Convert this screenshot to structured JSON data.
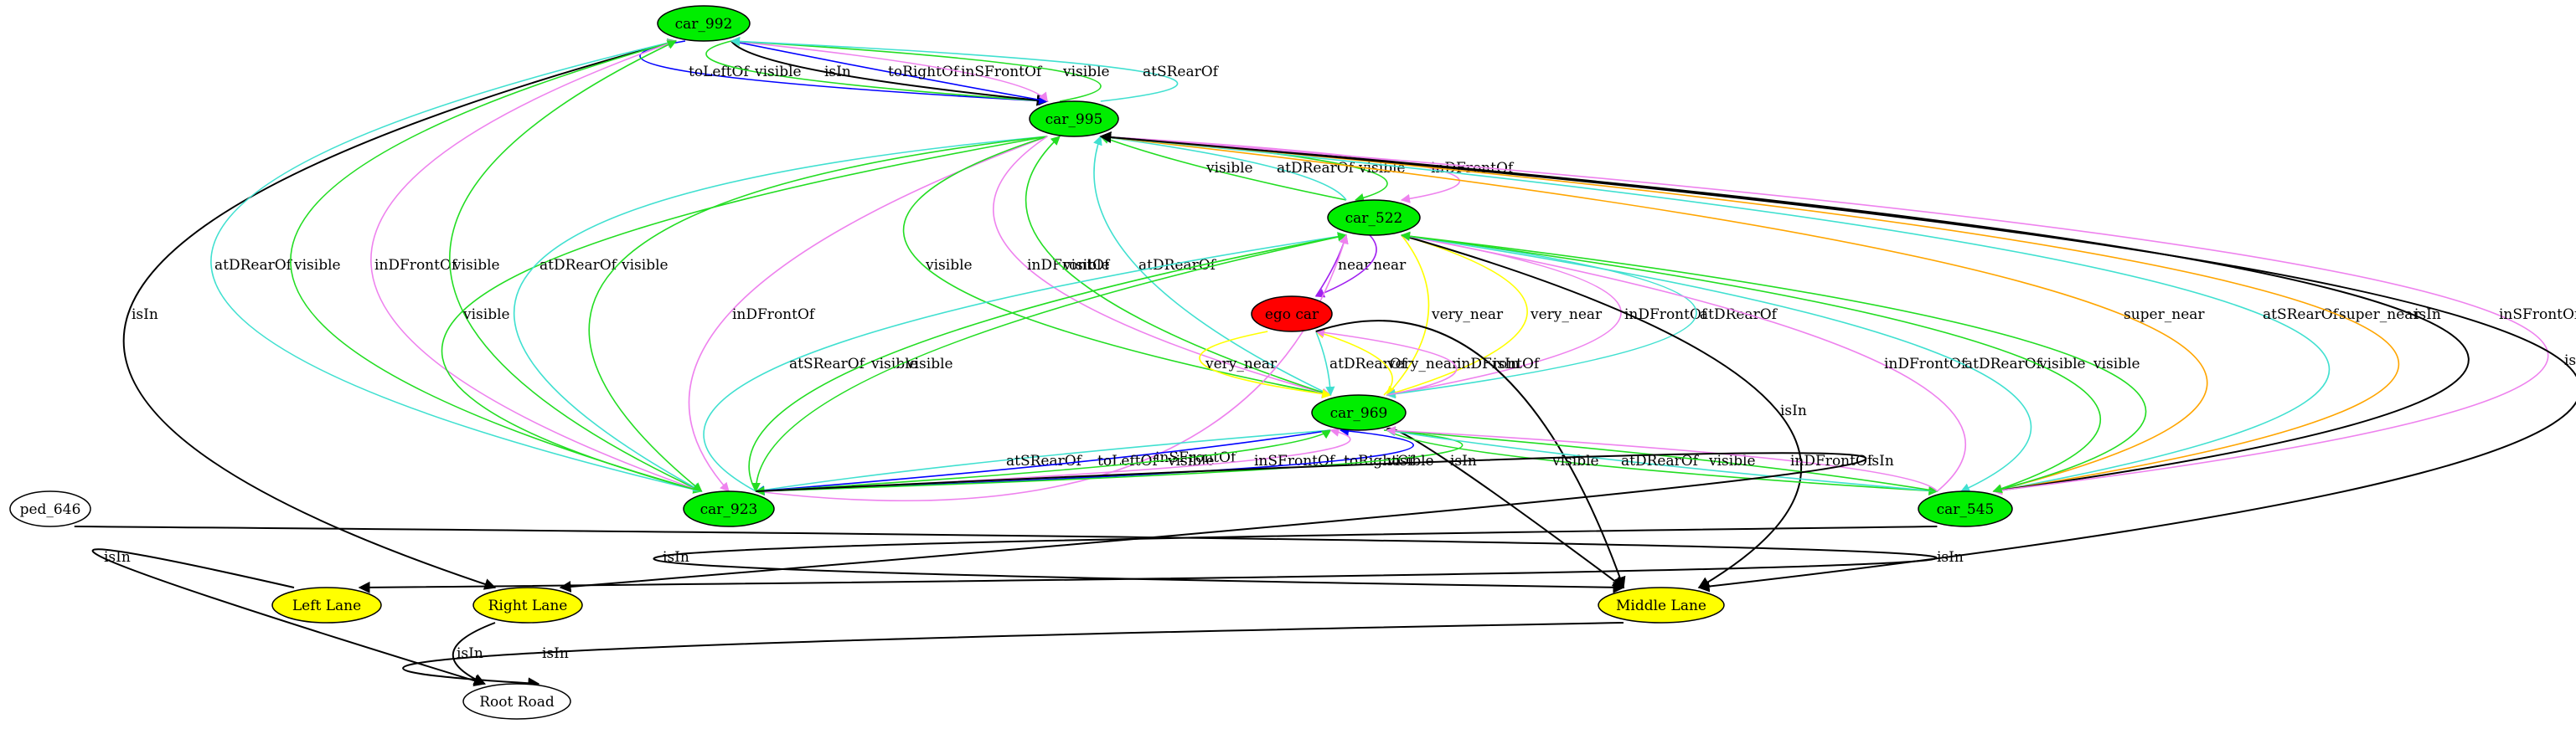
{
  "colors": {
    "vehicle_fill": "#00ee00",
    "ego_fill": "#ff0000",
    "lane_fill": "#ffff00",
    "other_fill": "#ffffff",
    "isIn": "#000000",
    "visible": "#22dd22",
    "atDRearOf": "#40e0d0",
    "atSRearOf": "#40e0d0",
    "inDFrontOf": "#ee82ee",
    "inSFrontOf": "#ee82ee",
    "toLeftOf": "#0000ff",
    "toRightOf": "#0000ff",
    "near": "#a020f0",
    "very_near": "#ffff00",
    "super_near": "#ffa500"
  },
  "nodes": {
    "car_992": {
      "label": "car_992",
      "kind": "vehicle"
    },
    "car_995": {
      "label": "car_995",
      "kind": "vehicle"
    },
    "car_522": {
      "label": "car_522",
      "kind": "vehicle"
    },
    "ego_car": {
      "label": "ego car",
      "kind": "ego"
    },
    "car_969": {
      "label": "car_969",
      "kind": "vehicle"
    },
    "car_923": {
      "label": "car_923",
      "kind": "vehicle"
    },
    "car_545": {
      "label": "car_545",
      "kind": "vehicle"
    },
    "ped_646": {
      "label": "ped_646",
      "kind": "other"
    },
    "left_lane": {
      "label": "Left Lane",
      "kind": "lane"
    },
    "right_lane": {
      "label": "Right Lane",
      "kind": "lane"
    },
    "middle_lane": {
      "label": "Middle Lane",
      "kind": "lane"
    },
    "root_road": {
      "label": "Root Road",
      "kind": "other"
    }
  },
  "edges": [
    {
      "from": "car_992",
      "to": "car_995",
      "label": "toLeftOf",
      "rel": "toLeftOf"
    },
    {
      "from": "car_992",
      "to": "car_995",
      "label": "visible",
      "rel": "visible"
    },
    {
      "from": "car_992",
      "to": "car_995",
      "label": "isIn",
      "rel": "isIn"
    },
    {
      "from": "car_992",
      "to": "car_995",
      "label": "toRightOf",
      "rel": "toRightOf"
    },
    {
      "from": "car_992",
      "to": "car_995",
      "label": "inSFrontOf",
      "rel": "inSFrontOf"
    },
    {
      "from": "car_995",
      "to": "car_992",
      "label": "visible",
      "rel": "visible"
    },
    {
      "from": "car_995",
      "to": "car_992",
      "label": "atSRearOf",
      "rel": "atSRearOf"
    },
    {
      "from": "car_992",
      "to": "right_lane",
      "label": "isIn",
      "rel": "isIn"
    },
    {
      "from": "car_923",
      "to": "car_992",
      "label": "atDRearOf",
      "rel": "atDRearOf"
    },
    {
      "from": "car_923",
      "to": "car_992",
      "label": "visible",
      "rel": "visible"
    },
    {
      "from": "car_923",
      "to": "car_992",
      "label": "inDFrontOf",
      "rel": "inDFrontOf"
    },
    {
      "from": "car_923",
      "to": "car_992",
      "label": "visible",
      "rel": "visible"
    },
    {
      "from": "car_522",
      "to": "car_995",
      "label": "visible",
      "rel": "visible"
    },
    {
      "from": "car_522",
      "to": "car_995",
      "label": "atDRearOf",
      "rel": "atDRearOf"
    },
    {
      "from": "car_995",
      "to": "car_522",
      "label": "visible",
      "rel": "visible"
    },
    {
      "from": "car_995",
      "to": "car_522",
      "label": "inDFrontOf",
      "rel": "inDFrontOf"
    },
    {
      "from": "car_995",
      "to": "car_923",
      "label": "visible",
      "rel": "visible"
    },
    {
      "from": "car_995",
      "to": "car_923",
      "label": "atDRearOf",
      "rel": "atDRearOf"
    },
    {
      "from": "car_995",
      "to": "car_923",
      "label": "visible",
      "rel": "visible"
    },
    {
      "from": "car_995",
      "to": "car_923",
      "label": "inDFrontOf",
      "rel": "inDFrontOf"
    },
    {
      "from": "car_995",
      "to": "car_969",
      "label": "visible",
      "rel": "visible"
    },
    {
      "from": "car_995",
      "to": "car_969",
      "label": "inDFrontOf",
      "rel": "inDFrontOf"
    },
    {
      "from": "car_969",
      "to": "car_995",
      "label": "visible",
      "rel": "visible"
    },
    {
      "from": "car_969",
      "to": "car_995",
      "label": "atDRearOf",
      "rel": "atDRearOf"
    },
    {
      "from": "car_995",
      "to": "car_545",
      "label": "super_near",
      "rel": "super_near"
    },
    {
      "from": "car_545",
      "to": "car_995",
      "label": "atSRearOf",
      "rel": "atSRearOf"
    },
    {
      "from": "car_995",
      "to": "car_545",
      "label": "super_near",
      "rel": "super_near"
    },
    {
      "from": "car_545",
      "to": "car_995",
      "label": "isIn",
      "rel": "isIn"
    },
    {
      "from": "car_995",
      "to": "car_545",
      "label": "inSFrontOf",
      "rel": "inSFrontOf"
    },
    {
      "from": "car_995",
      "to": "middle_lane",
      "label": "isIn",
      "rel": "isIn"
    },
    {
      "from": "ego_car",
      "to": "car_522",
      "label": "near",
      "rel": "near"
    },
    {
      "from": "car_522",
      "to": "ego_car",
      "label": "near",
      "rel": "near"
    },
    {
      "from": "car_522",
      "to": "car_969",
      "label": "very_near",
      "rel": "very_near"
    },
    {
      "from": "car_522",
      "to": "car_969",
      "label": "very_near",
      "rel": "very_near"
    },
    {
      "from": "car_522",
      "to": "car_969",
      "label": "inDFrontOf",
      "rel": "inDFrontOf"
    },
    {
      "from": "car_522",
      "to": "car_969",
      "label": "atDRearOf",
      "rel": "atDRearOf"
    },
    {
      "from": "car_923",
      "to": "car_522",
      "label": "atSRearOf",
      "rel": "atSRearOf"
    },
    {
      "from": "car_923",
      "to": "car_522",
      "label": "visible",
      "rel": "visible"
    },
    {
      "from": "car_522",
      "to": "car_923",
      "label": "visible",
      "rel": "visible"
    },
    {
      "from": "car_923",
      "to": "car_522",
      "label": "inSFrontOf",
      "rel": "inSFrontOf"
    },
    {
      "from": "car_522",
      "to": "middle_lane",
      "label": "isIn",
      "rel": "isIn"
    },
    {
      "from": "car_545",
      "to": "car_522",
      "label": "inDFrontOf",
      "rel": "inDFrontOf"
    },
    {
      "from": "car_522",
      "to": "car_545",
      "label": "atDRearOf",
      "rel": "atDRearOf"
    },
    {
      "from": "car_522",
      "to": "car_545",
      "label": "visible",
      "rel": "visible"
    },
    {
      "from": "car_545",
      "to": "car_522",
      "label": "visible",
      "rel": "visible"
    },
    {
      "from": "ego_car",
      "to": "car_969",
      "label": "very_near",
      "rel": "very_near"
    },
    {
      "from": "ego_car",
      "to": "car_969",
      "label": "atDRearOf",
      "rel": "atDRearOf"
    },
    {
      "from": "car_969",
      "to": "ego_car",
      "label": "very_near",
      "rel": "very_near"
    },
    {
      "from": "car_969",
      "to": "ego_car",
      "label": "inDFrontOf",
      "rel": "inDFrontOf"
    },
    {
      "from": "ego_car",
      "to": "middle_lane",
      "label": "isIn",
      "rel": "isIn"
    },
    {
      "from": "car_969",
      "to": "car_923",
      "label": "atSRearOf",
      "rel": "atSRearOf"
    },
    {
      "from": "car_969",
      "to": "car_923",
      "label": "toLeftOf",
      "rel": "toLeftOf"
    },
    {
      "from": "car_923",
      "to": "car_969",
      "label": "visible",
      "rel": "visible"
    },
    {
      "from": "car_923",
      "to": "car_969",
      "label": "inSFrontOf",
      "rel": "inSFrontOf"
    },
    {
      "from": "car_923",
      "to": "car_969",
      "label": "toRightOf",
      "rel": "toRightOf"
    },
    {
      "from": "car_969",
      "to": "car_923",
      "label": "visible",
      "rel": "visible"
    },
    {
      "from": "car_969",
      "to": "middle_lane",
      "label": "isIn",
      "rel": "isIn"
    },
    {
      "from": "car_969",
      "to": "car_545",
      "label": "visible",
      "rel": "visible"
    },
    {
      "from": "car_545",
      "to": "car_969",
      "label": "atDRearOf",
      "rel": "atDRearOf"
    },
    {
      "from": "car_545",
      "to": "car_969",
      "label": "visible",
      "rel": "visible"
    },
    {
      "from": "car_545",
      "to": "car_969",
      "label": "inDFrontOf",
      "rel": "inDFrontOf"
    },
    {
      "from": "car_923",
      "to": "right_lane",
      "label": "isIn",
      "rel": "isIn"
    },
    {
      "from": "car_545",
      "to": "middle_lane",
      "label": "isIn",
      "rel": "isIn"
    },
    {
      "from": "ped_646",
      "to": "left_lane",
      "label": "isIn",
      "rel": "isIn"
    },
    {
      "from": "left_lane",
      "to": "root_road",
      "label": "isIn",
      "rel": "isIn"
    },
    {
      "from": "right_lane",
      "to": "root_road",
      "label": "isIn",
      "rel": "isIn"
    },
    {
      "from": "middle_lane",
      "to": "root_road",
      "label": "isIn",
      "rel": "isIn"
    }
  ]
}
